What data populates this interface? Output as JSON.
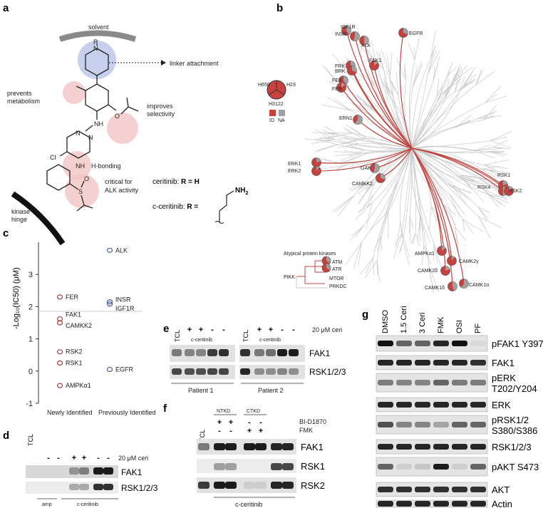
{
  "panels": {
    "a": {
      "letter": "a",
      "solvent": "solvent",
      "linker": "linker attachment",
      "r": "R",
      "n": "N",
      "nh": "NH",
      "o": "O",
      "s": "S",
      "cl": "Cl",
      "nh2": "NH",
      "nh2_sub": "2",
      "prevents": [
        "prevents",
        "metabolism"
      ],
      "improves": [
        "improves",
        "selectivity"
      ],
      "hbond": "H-bonding",
      "critical": [
        "critical for",
        "ALK activity"
      ],
      "kinase": [
        "kinase",
        "hinge"
      ],
      "ceritinib_name": "ceritinib: ",
      "ceritinib_r": "R = H",
      "cceritinib_name": "c-ceritinib: ",
      "cceritinib_r": "R ="
    },
    "b": {
      "letter": "b",
      "legend": {
        "top_left": "H650",
        "top_right": "H23",
        "bottom": "H3122",
        "id": "ID",
        "na": "NA",
        "id_color": "#c9413f",
        "na_color": "#a0a0a0"
      },
      "kinases": [
        {
          "label": "IGF1R"
        },
        {
          "label": "INSR"
        },
        {
          "label": "ALK"
        },
        {
          "label": "EGFR"
        },
        {
          "label": "FAK1"
        },
        {
          "label": "FRK"
        },
        {
          "label": "BRK"
        },
        {
          "label": "FES"
        },
        {
          "label": "FER"
        },
        {
          "label": "ERN1"
        },
        {
          "label": "ERK1"
        },
        {
          "label": "ERK2"
        },
        {
          "label": "GAK"
        },
        {
          "label": "CAMKK2"
        },
        {
          "label": "RSK1"
        },
        {
          "label": "RSK4"
        },
        {
          "label": "RSK2"
        },
        {
          "label": "AMPKα1"
        },
        {
          "label": "CAMK2γ"
        },
        {
          "label": "CAMK2δ"
        },
        {
          "label": "CAMK1δ"
        },
        {
          "label": "CAMK1α"
        }
      ],
      "atypical_title": "Atypical protein kinases",
      "atypical": [
        "ATM",
        "ATR",
        "MTOR",
        "PRKDC"
      ],
      "pikk": "PIKK"
    },
    "c": {
      "letter": "c",
      "ylabel": "-Log₁₀(IC50) (μM)",
      "xcats": [
        "Newly Identified",
        "Previously Identified"
      ]
    },
    "d": {
      "letter": "d",
      "tcl": "TCL",
      "signs": [
        "-",
        "-",
        "+",
        "+",
        "-",
        "-"
      ],
      "treat": "20 μM ceri",
      "bands": [
        "FAK1",
        "RSK1/2/3"
      ],
      "footer_left": "amp",
      "footer_right": "c-ceritinib"
    },
    "e": {
      "letter": "e",
      "tcl": "TCL",
      "signs": [
        "+",
        "+",
        "-",
        "-"
      ],
      "treat": "20 μM ceri",
      "subtitle": "c-ceritinib",
      "bands": [
        "FAK1",
        "RSK1/2/3"
      ],
      "patients": [
        "Patient 1",
        "Patient 2"
      ]
    },
    "f": {
      "letter": "f",
      "tcl": "TCL",
      "groups": [
        "NTKD",
        "CTKD"
      ],
      "row1_label": "BI-D1870",
      "row1_signs": [
        "+",
        "+",
        "-",
        "-"
      ],
      "row2_label": "FMK",
      "row2_signs": [
        "-",
        "-",
        "+",
        "+"
      ],
      "bands": [
        "FAK1",
        "RSK1",
        "RSK2"
      ],
      "footer": "c-ceritinib"
    },
    "g": {
      "letter": "g",
      "lanes": [
        "DMSO",
        "1.5 Ceri",
        "3 Ceri",
        "FMK",
        "OSI",
        "PF"
      ],
      "bands": [
        {
          "l1": "pFAK1 Y397"
        },
        {
          "l1": "FAK1"
        },
        {
          "l1": "pERK",
          "l2": "T202/Y204"
        },
        {
          "l1": "ERK"
        },
        {
          "l1": "pRSK1/2",
          "l2": "S380/S386"
        },
        {
          "l1": "RSK1/2/3"
        },
        {
          "l1": "pAKT S473"
        },
        {
          "l1": "AKT"
        },
        {
          "l1": "Actin"
        }
      ]
    }
  },
  "chart_data": {
    "type": "scatter",
    "ylabel": "-Log₁₀(IC50) (μM)",
    "categories": [
      "Newly Identified",
      "Previously Identified"
    ],
    "ylim": [
      -1,
      4
    ],
    "yticks": [
      -1,
      0,
      1,
      2,
      3
    ],
    "series": [
      {
        "category": "Newly Identified",
        "color": "#b23b3b",
        "points": [
          {
            "label": "FER",
            "y": 2.3
          },
          {
            "label": "FAK1",
            "y": 1.62
          },
          {
            "label": "CAMKK2",
            "y": 1.5
          },
          {
            "label": "RSK2",
            "y": 0.6
          },
          {
            "label": "RSK1",
            "y": 0.25
          },
          {
            "label": "AMPKα1",
            "y": -0.45
          }
        ]
      },
      {
        "category": "Previously Identified",
        "color": "#4a5aa0",
        "points": [
          {
            "label": "ALK",
            "y": 3.75
          },
          {
            "label": "INSR",
            "y": 2.15
          },
          {
            "label": "IGF1R",
            "y": 2.08
          },
          {
            "label": "EGFR",
            "y": 0.05
          }
        ]
      }
    ]
  }
}
